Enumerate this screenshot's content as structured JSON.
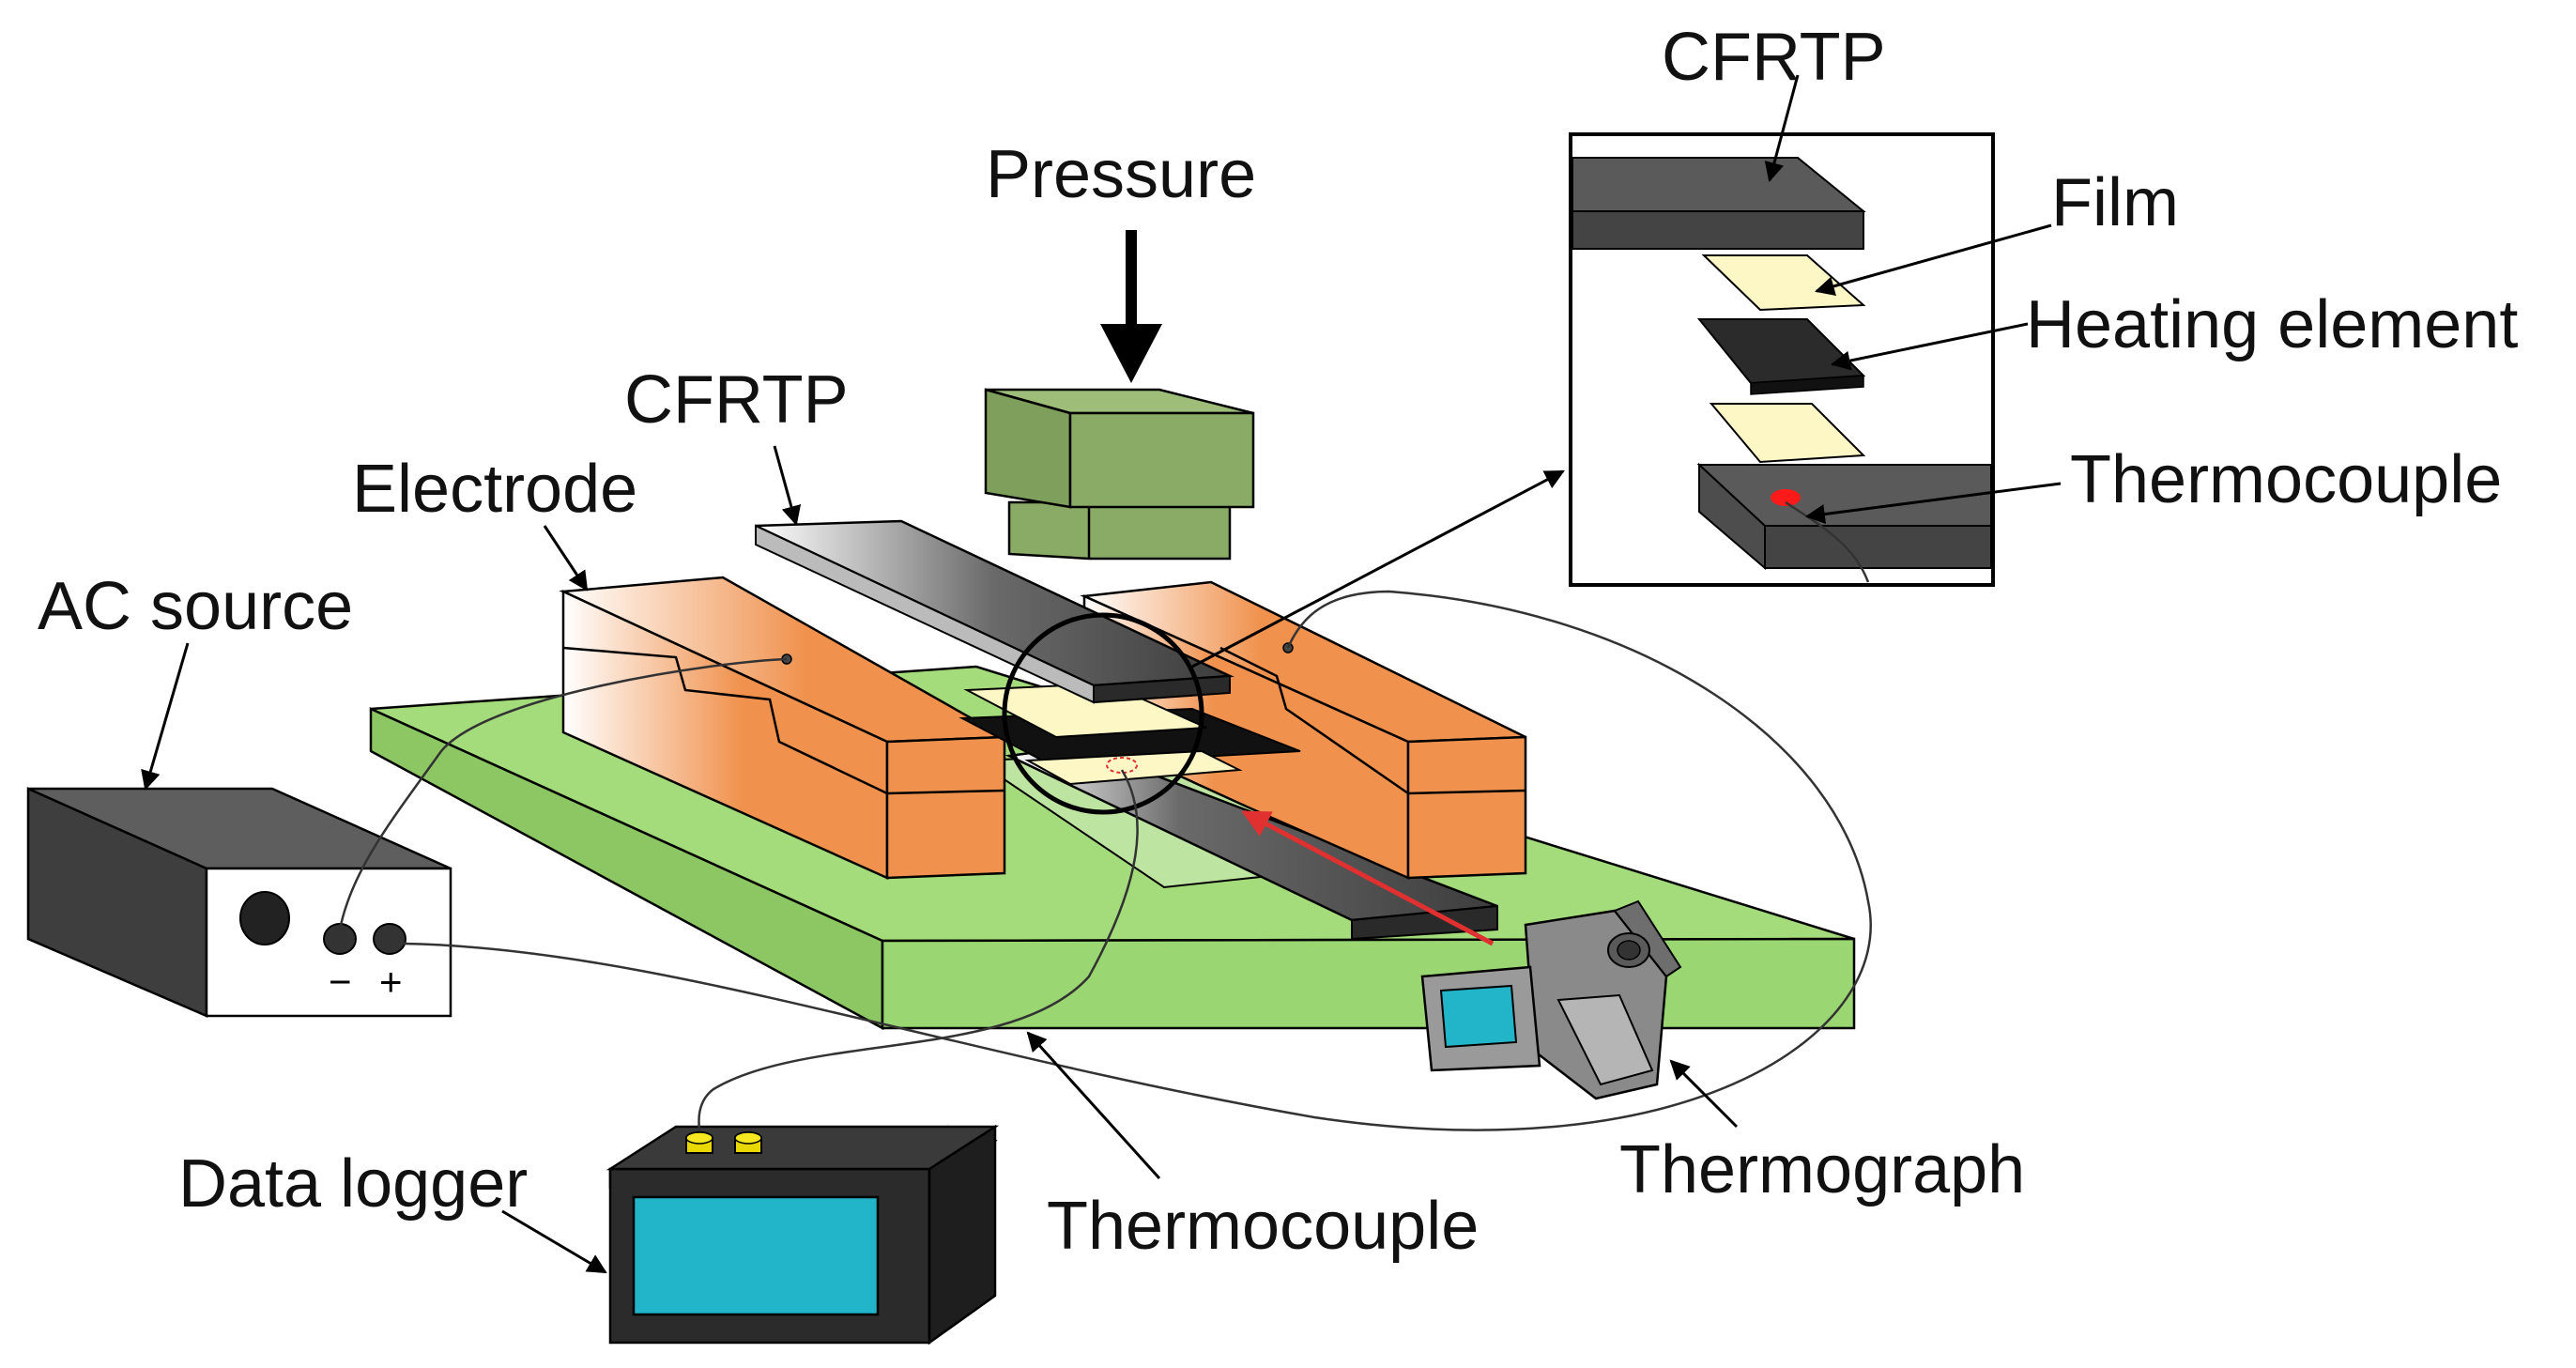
{
  "labels": {
    "pressure": "Pressure",
    "cfrtp_main": "CFRTP",
    "electrode": "Electrode",
    "ac_source": "AC source",
    "data_logger": "Data logger",
    "thermocouple_main": "Thermocouple",
    "thermograph": "Thermograph",
    "inset_cfrtp": "CFRTP",
    "inset_film": "Film",
    "inset_heating_element": "Heating element",
    "inset_thermocouple": "Thermocouple"
  },
  "terminals": {
    "minus": "−",
    "plus": "+"
  },
  "colors": {
    "base": "#a4dc7c",
    "base_front": "#9ad672",
    "press": "#8aab66",
    "electrode": "#f0924e",
    "cfrtp": "#5a5a5a",
    "film": "#fdf7c6",
    "heating": "#1a1a1a",
    "source_body": "#4a4a4a",
    "logger_body": "#2b2b2b",
    "logger_screen": "#22b4c8",
    "knob": "#e8d800",
    "arrow_ir": "#e03030",
    "thermocouple_dot": "#ff1a1a"
  }
}
